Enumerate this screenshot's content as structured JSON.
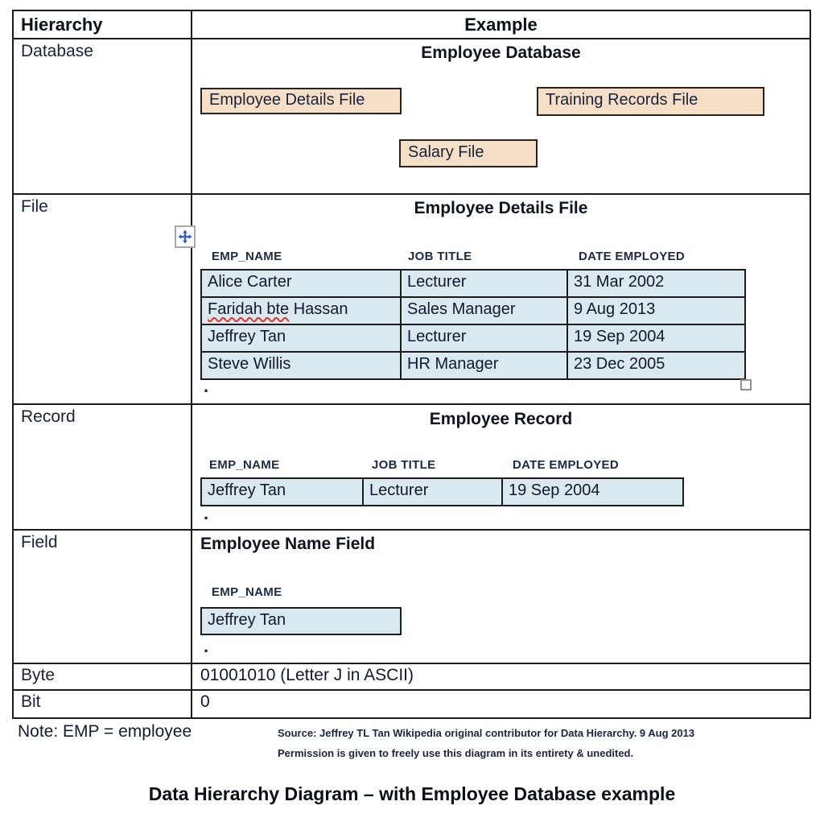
{
  "header": {
    "hierarchy": "Hierarchy",
    "example": "Example"
  },
  "rows": {
    "database": {
      "label": "Database",
      "title": "Employee Database",
      "boxes": [
        "Employee Details File",
        "Training Records File",
        "Salary File"
      ]
    },
    "file": {
      "label": "File",
      "title": "Employee Details File",
      "columns": [
        "EMP_NAME",
        "JOB TITLE",
        "DATE EMPLOYED"
      ],
      "table": [
        [
          "Alice Carter",
          "Lecturer",
          "31 Mar 2002"
        ],
        [
          "Faridah bte Hassan",
          "Sales Manager",
          "9 Aug 2013"
        ],
        [
          "Jeffrey Tan",
          "Lecturer",
          "19 Sep 2004"
        ],
        [
          "Steve Willis",
          "HR Manager",
          "23 Dec 2005"
        ]
      ],
      "name_split": {
        "misspelled": "Faridah bte",
        "rest": " Hassan"
      },
      "period": "."
    },
    "record": {
      "label": "Record",
      "title": "Employee Record",
      "columns": [
        "EMP_NAME",
        "JOB TITLE",
        "DATE EMPLOYED"
      ],
      "values": [
        "Jeffrey Tan",
        "Lecturer",
        "19 Sep 2004"
      ],
      "period": "."
    },
    "field": {
      "label": "Field",
      "title": "Employee Name Field",
      "field_label": "EMP_NAME",
      "value": "Jeffrey Tan",
      "period": "."
    },
    "byte": {
      "label": "Byte",
      "value": "01001010 (Letter J in ASCII)"
    },
    "bit": {
      "label": "Bit",
      "value": "0"
    }
  },
  "footer": {
    "note": "Note: EMP = employee",
    "source_line1": "Source: Jeffrey TL Tan Wikipedia original contributor for Data Hierarchy. 9 Aug 2013",
    "source_line2": "Permission is given to freely use this diagram in its entirety & unedited.",
    "title": "Data Hierarchy Diagram – with Employee Database example"
  },
  "icons": {
    "move_handle": "four-way-move-arrow",
    "resize_handle": "table-resize-square"
  },
  "colors": {
    "file_box_fill": "#f5dfc6",
    "file_box_border": "#2b2118",
    "table_cell_fill": "#dae9f0",
    "table_border": "#1c1c1c",
    "text": "#1a2238",
    "spellcheck_squiggle": "#e03429",
    "move_arrow_blue": "#2f5bcf"
  }
}
